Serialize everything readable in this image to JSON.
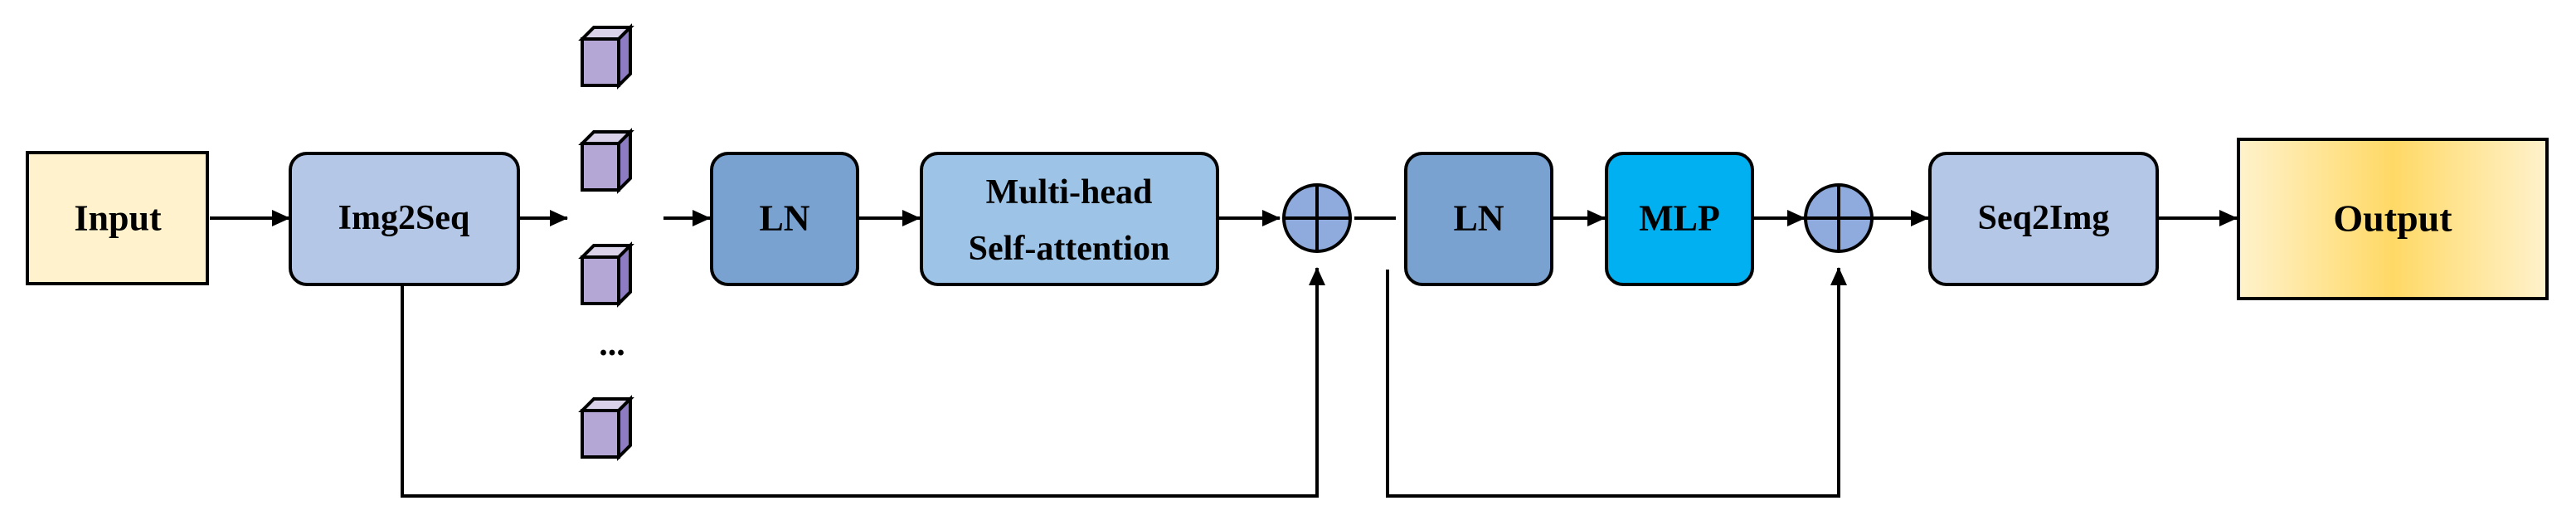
{
  "blocks": {
    "input": {
      "label": "Input",
      "fill": "#fff2cc"
    },
    "img2seq": {
      "label": "Img2Seq",
      "fill": "#b4c7e7"
    },
    "ln1": {
      "label": "LN",
      "fill": "#7aa2d0"
    },
    "mhsa": {
      "line1": "Multi-head",
      "line2": "Self-attention",
      "fill": "#9dc3e6"
    },
    "ln2": {
      "label": "LN",
      "fill": "#7aa2d0"
    },
    "mlp": {
      "label": "MLP",
      "fill": "#00b0f0"
    },
    "seq2img": {
      "label": "Seq2Img",
      "fill": "#b4c7e7"
    },
    "output": {
      "label": "Output",
      "gradient_center": "#ffd966",
      "gradient_edge": "#fff2cc"
    }
  },
  "tokens": {
    "ellipsis": "...",
    "face_color": "#b4a7d6",
    "top_color": "#d9d2e9",
    "side_color": "#8e7cc3"
  },
  "adder": {
    "fill": "#8faadc",
    "symbol": "plus"
  }
}
